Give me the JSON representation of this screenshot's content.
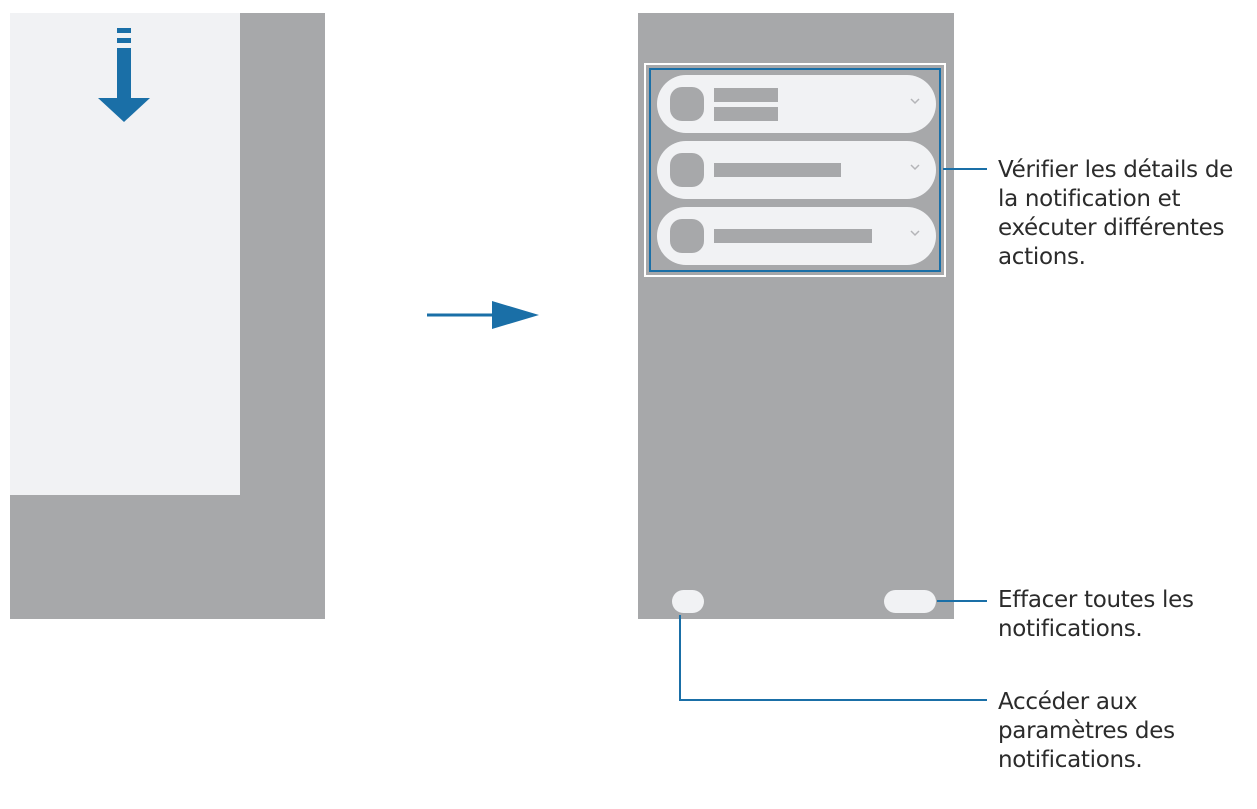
{
  "callouts": {
    "details": "Vérifier les détails de\nla notification et\nexécuter différentes\nactions.",
    "clear_all": "Effacer toutes les\nnotifications.",
    "settings": "Accéder aux\nparamètres des\nnotifications."
  },
  "colors": {
    "screen_gray": "#a7a8aa",
    "panel_light": "#f1f2f4",
    "accent_blue": "#1a6fa7",
    "text": "#2b2b2b"
  },
  "icons": {
    "swipe": "swipe-down-icon",
    "transition": "arrow-right-icon",
    "expand": "chevron-down-icon"
  }
}
